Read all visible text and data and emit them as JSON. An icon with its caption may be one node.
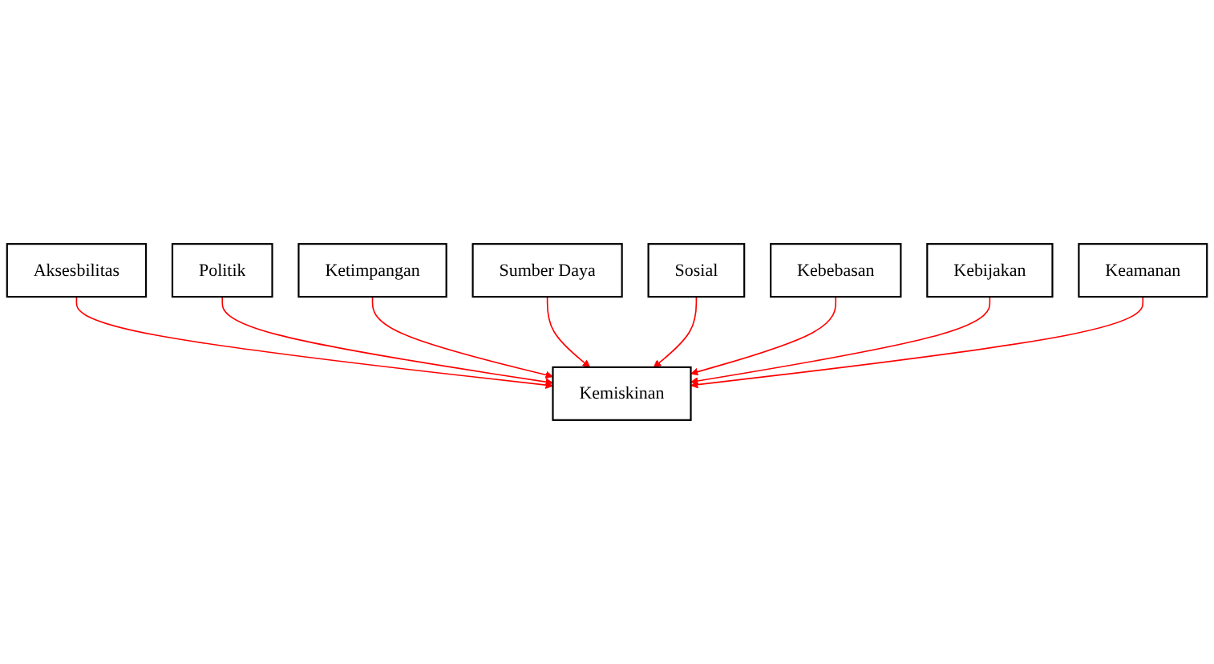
{
  "diagram": {
    "nodes": [
      {
        "text": [
          "Aksesbilitas"
        ]
      },
      {
        "text": [
          "Politik"
        ]
      },
      {
        "text": [
          "Ketimpangan"
        ]
      },
      {
        "text": [
          "Sumber Daya"
        ]
      },
      {
        "text": [
          "Kemiskinan"
        ]
      },
      {
        "text": [
          "Sosial"
        ]
      },
      {
        "text": [
          "Kebebasan"
        ]
      },
      {
        "text": [
          "Kebijakan"
        ]
      },
      {
        "text": [
          "Keamanan"
        ]
      }
    ],
    "edges": [
      {
        "from": 0,
        "to": 4,
        "arrow": "to",
        "color": "#ff0000"
      },
      {
        "from": 1,
        "to": 4,
        "arrow": "to",
        "color": "#ff0000"
      },
      {
        "from": 2,
        "to": 4,
        "arrow": "to",
        "color": "#ff0000"
      },
      {
        "from": 3,
        "to": 4,
        "arrow": "to",
        "color": "#ff0000"
      },
      {
        "from": 5,
        "to": 4,
        "arrow": "to",
        "color": "#ff0000"
      },
      {
        "from": 6,
        "to": 4,
        "arrow": "to",
        "color": "#ff0000"
      },
      {
        "from": 7,
        "to": 4,
        "arrow": "to",
        "color": "#ff0000"
      },
      {
        "from": 8,
        "to": 4,
        "arrow": "to",
        "color": "#ff0000"
      }
    ]
  }
}
